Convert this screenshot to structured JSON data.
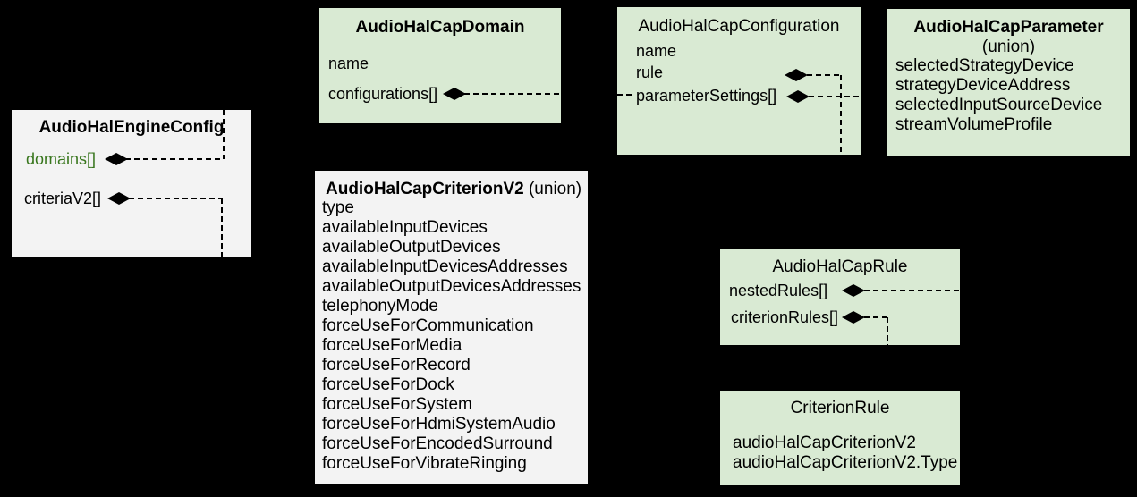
{
  "colors": {
    "background": "#000000",
    "box_green": "#d9ead3",
    "box_gray": "#f3f3f3",
    "connector_line": "#000000",
    "text": "#000000",
    "green_field_text": "#38761d"
  },
  "boxes": {
    "engine_config": {
      "title": "AudioHalEngineConfig",
      "fields": [
        "domains[]",
        "criteriaV2[]"
      ]
    },
    "cap_domain": {
      "title": "AudioHalCapDomain",
      "fields": [
        "name",
        "configurations[]"
      ]
    },
    "cap_configuration": {
      "title": "AudioHalCapConfiguration",
      "fields": [
        "name",
        "rule",
        "parameterSettings[]"
      ]
    },
    "cap_parameter": {
      "title": "AudioHalCapParameter",
      "subtitle": "(union)",
      "fields": [
        "selectedStrategyDevice",
        "strategyDeviceAddress",
        "selectedInputSourceDevice",
        "streamVolumeProfile"
      ]
    },
    "criterion_v2": {
      "title": "AudioHalCapCriterionV2",
      "title_suffix": " (union)",
      "fields": [
        "type",
        "availableInputDevices",
        "availableOutputDevices",
        "availableInputDevicesAddresses",
        "availableOutputDevicesAddresses",
        "telephonyMode",
        "forceUseForCommunication",
        "forceUseForMedia",
        "forceUseForRecord",
        "forceUseForDock",
        "forceUseForSystem",
        "forceUseForHdmiSystemAudio",
        "forceUseForEncodedSurround",
        "forceUseForVibrateRinging"
      ]
    },
    "cap_rule": {
      "title": "AudioHalCapRule",
      "fields": [
        "nestedRules[]",
        "criterionRules[]"
      ]
    },
    "criterion_rule": {
      "title": "CriterionRule",
      "fields": [
        "audioHalCapCriterionV2",
        "audioHalCapCriterionV2.Type"
      ]
    }
  },
  "connections": [
    {
      "from": "AudioHalEngineConfig.domains[]",
      "to": "AudioHalCapDomain",
      "marker": "filled-diamond",
      "style": "dashed"
    },
    {
      "from": "AudioHalEngineConfig.criteriaV2[]",
      "to": "AudioHalCapCriterionV2",
      "marker": "filled-diamond",
      "style": "dashed"
    },
    {
      "from": "AudioHalCapDomain.configurations[]",
      "to": "AudioHalCapConfiguration",
      "marker": "filled-diamond",
      "style": "dashed"
    },
    {
      "from": "AudioHalCapConfiguration.rule",
      "to": "AudioHalCapRule",
      "marker": "filled-diamond",
      "style": "dashed"
    },
    {
      "from": "AudioHalCapConfiguration.parameterSettings[]",
      "to": "AudioHalCapParameter",
      "marker": "filled-diamond",
      "style": "dashed"
    },
    {
      "from": "AudioHalCapRule.nestedRules[]",
      "to": "AudioHalCapRule",
      "marker": "filled-diamond",
      "style": "dashed"
    },
    {
      "from": "AudioHalCapRule.criterionRules[]",
      "to": "CriterionRule",
      "marker": "filled-diamond",
      "style": "dashed"
    }
  ]
}
